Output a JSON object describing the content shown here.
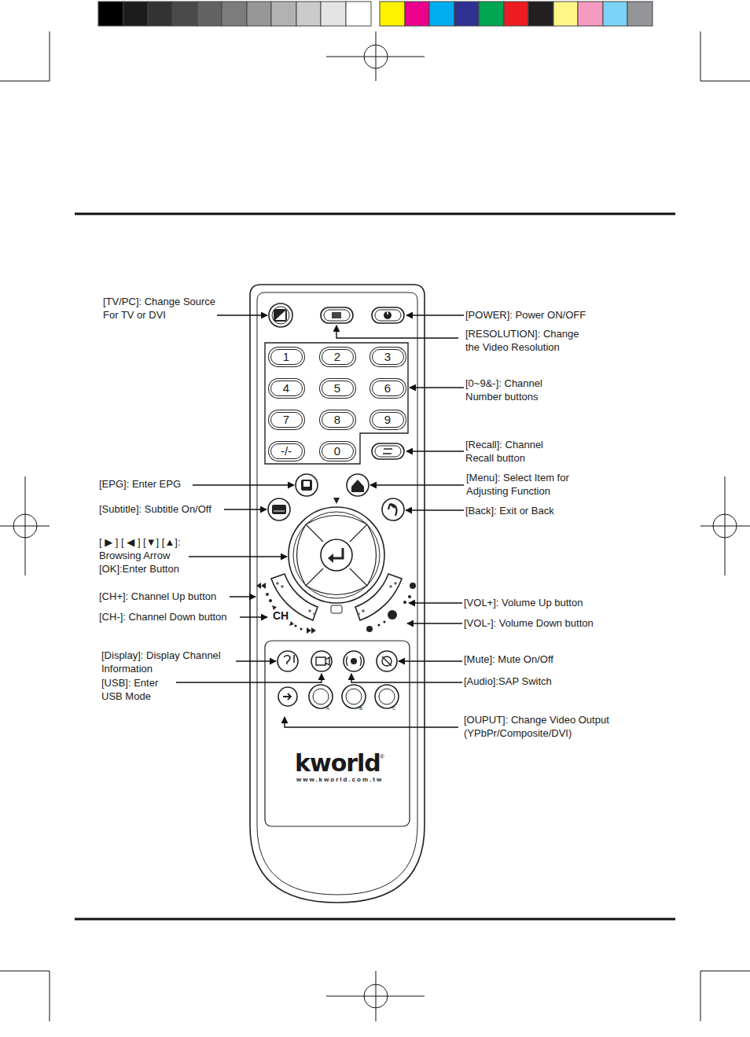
{
  "diagram": {
    "nodes": [
      {
        "text": [
          "1"
        ]
      },
      {
        "text": [
          "2"
        ]
      },
      {
        "text": [
          "3"
        ]
      },
      {
        "text": [
          "4"
        ]
      },
      {
        "text": [
          "5"
        ]
      },
      {
        "text": [
          "6"
        ]
      },
      {
        "text": [
          "7"
        ]
      },
      {
        "text": [
          "8"
        ]
      },
      {
        "text": [
          "9"
        ]
      },
      {
        "text": [
          "-/-"
        ]
      },
      {
        "text": [
          "0"
        ]
      }
    ],
    "labels": [
      "[TV/PC]: Change Source For TV or DVI",
      "[POWER]: Power ON/OFF",
      "[RESOLUTION]: Change the Video Resolution",
      "[0~9&-]: Channel Number buttons",
      "[Recall]: Channel Recall button",
      "[EPG]: Enter EPG",
      "[Menu]: Select Item for Adjusting Function",
      "[Subtitle]: Subtitle On/Off",
      "[Back]: Exit or Back",
      "[ ▶ ] [ ◀ ] [▼] [▲]: Browsing Arrow",
      "[OK]:Enter Button",
      "[CH+]: Channel Up button",
      "[CH-]: Channel Down button",
      "[VOL+]: Volume Up button",
      "[VOL-]: Volume Down button",
      "[Display]: Display Channel Information",
      "[USB]: Enter USB Mode",
      "[Mute]: Mute On/Off",
      "[Audio]:SAP Switch",
      "[OUPUT]: Change Video Output (YPbPr/Composite/DVI)",
      "CH",
      "A",
      "B",
      "C",
      "kworld",
      "®",
      "www.kworld.com.tw"
    ]
  }
}
